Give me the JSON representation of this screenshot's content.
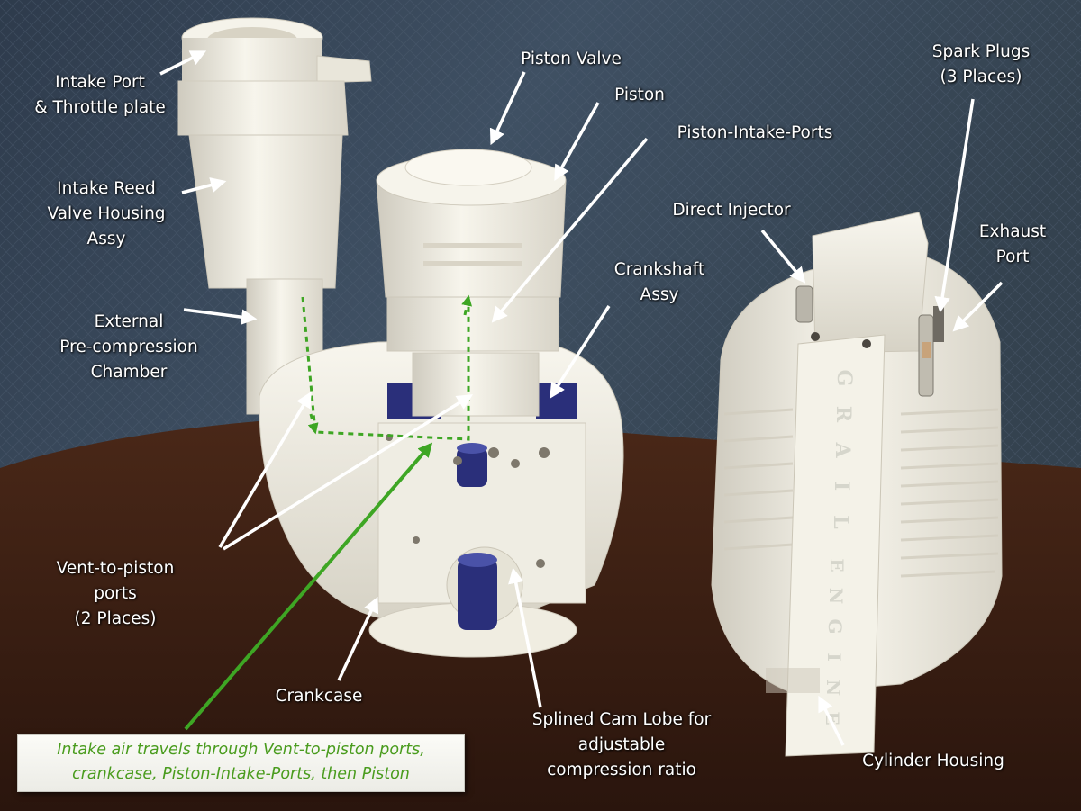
{
  "labels": {
    "intake_port": [
      "Intake Port",
      "& Throttle plate"
    ],
    "intake_reed": [
      "Intake Reed",
      "Valve Housing",
      "Assy"
    ],
    "external_chamber": [
      "External",
      "Pre-compression",
      "Chamber"
    ],
    "vent_ports": [
      "Vent-to-piston",
      "ports",
      "(2 Places)"
    ],
    "crankcase": [
      "Crankcase"
    ],
    "piston_valve": [
      "Piston Valve"
    ],
    "piston": [
      "Piston"
    ],
    "piston_intake_ports": [
      "Piston-Intake-Ports"
    ],
    "crankshaft": [
      "Crankshaft",
      "Assy"
    ],
    "splined_cam": [
      "Splined Cam Lobe for",
      "adjustable",
      "compression ratio"
    ],
    "direct_injector": [
      "Direct Injector"
    ],
    "spark_plugs": [
      "Spark Plugs",
      "(3 Places)"
    ],
    "exhaust_port": [
      "Exhaust",
      "Port"
    ],
    "cylinder_housing": [
      "Cylinder Housing"
    ]
  },
  "caption": [
    "Intake air travels through Vent-to-piston ports,",
    "crankcase, Piston-Intake-Ports, then Piston"
  ],
  "engraving": {
    "grail": [
      "G",
      "R",
      "A",
      "I",
      "L"
    ],
    "engine": [
      "E",
      "N",
      "G",
      "I",
      "N",
      "E"
    ]
  },
  "colors": {
    "background_curtain": "#3a4a5e",
    "table": "#3b1f14",
    "plastic": "#f2f0e6",
    "blue_part": "#2a2f7a",
    "arrow": "#ffffff",
    "flow_path": "#3ea624",
    "caption_text": "#4a9c1e"
  }
}
